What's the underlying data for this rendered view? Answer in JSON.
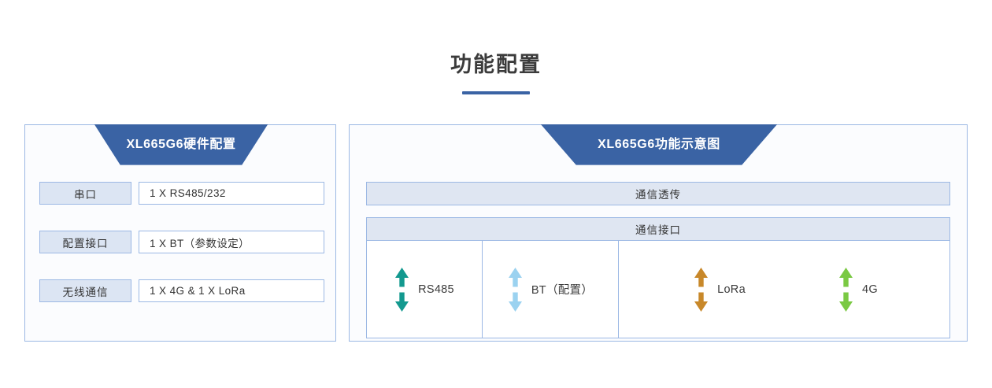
{
  "page": {
    "title": "功能配置",
    "accent_blue": "#3a63a4",
    "border_blue": "#9cb8e4",
    "fill_blue": "#dce5f3"
  },
  "left_panel": {
    "banner_label": "XL665G6硬件配置",
    "specs": [
      {
        "key": "串口",
        "value": "1 X RS485/232"
      },
      {
        "key": "配置接口",
        "value": "1 X BT（参数设定）"
      },
      {
        "key": "无线通信",
        "value": "1 X 4G & 1 X LoRa"
      }
    ]
  },
  "right_panel": {
    "banner_label": "XL665G6功能示意图",
    "transparent_bar": "通信透传",
    "interface_bar": "通信接口",
    "interfaces": [
      {
        "label": "RS485",
        "arrow_color": "#13998f"
      },
      {
        "label": "BT（配置）",
        "arrow_color": "#9bd2f0"
      },
      {
        "label": "LoRa",
        "arrow_color": "#c8882a"
      },
      {
        "label": "4G",
        "arrow_color": "#7ac943"
      }
    ]
  }
}
